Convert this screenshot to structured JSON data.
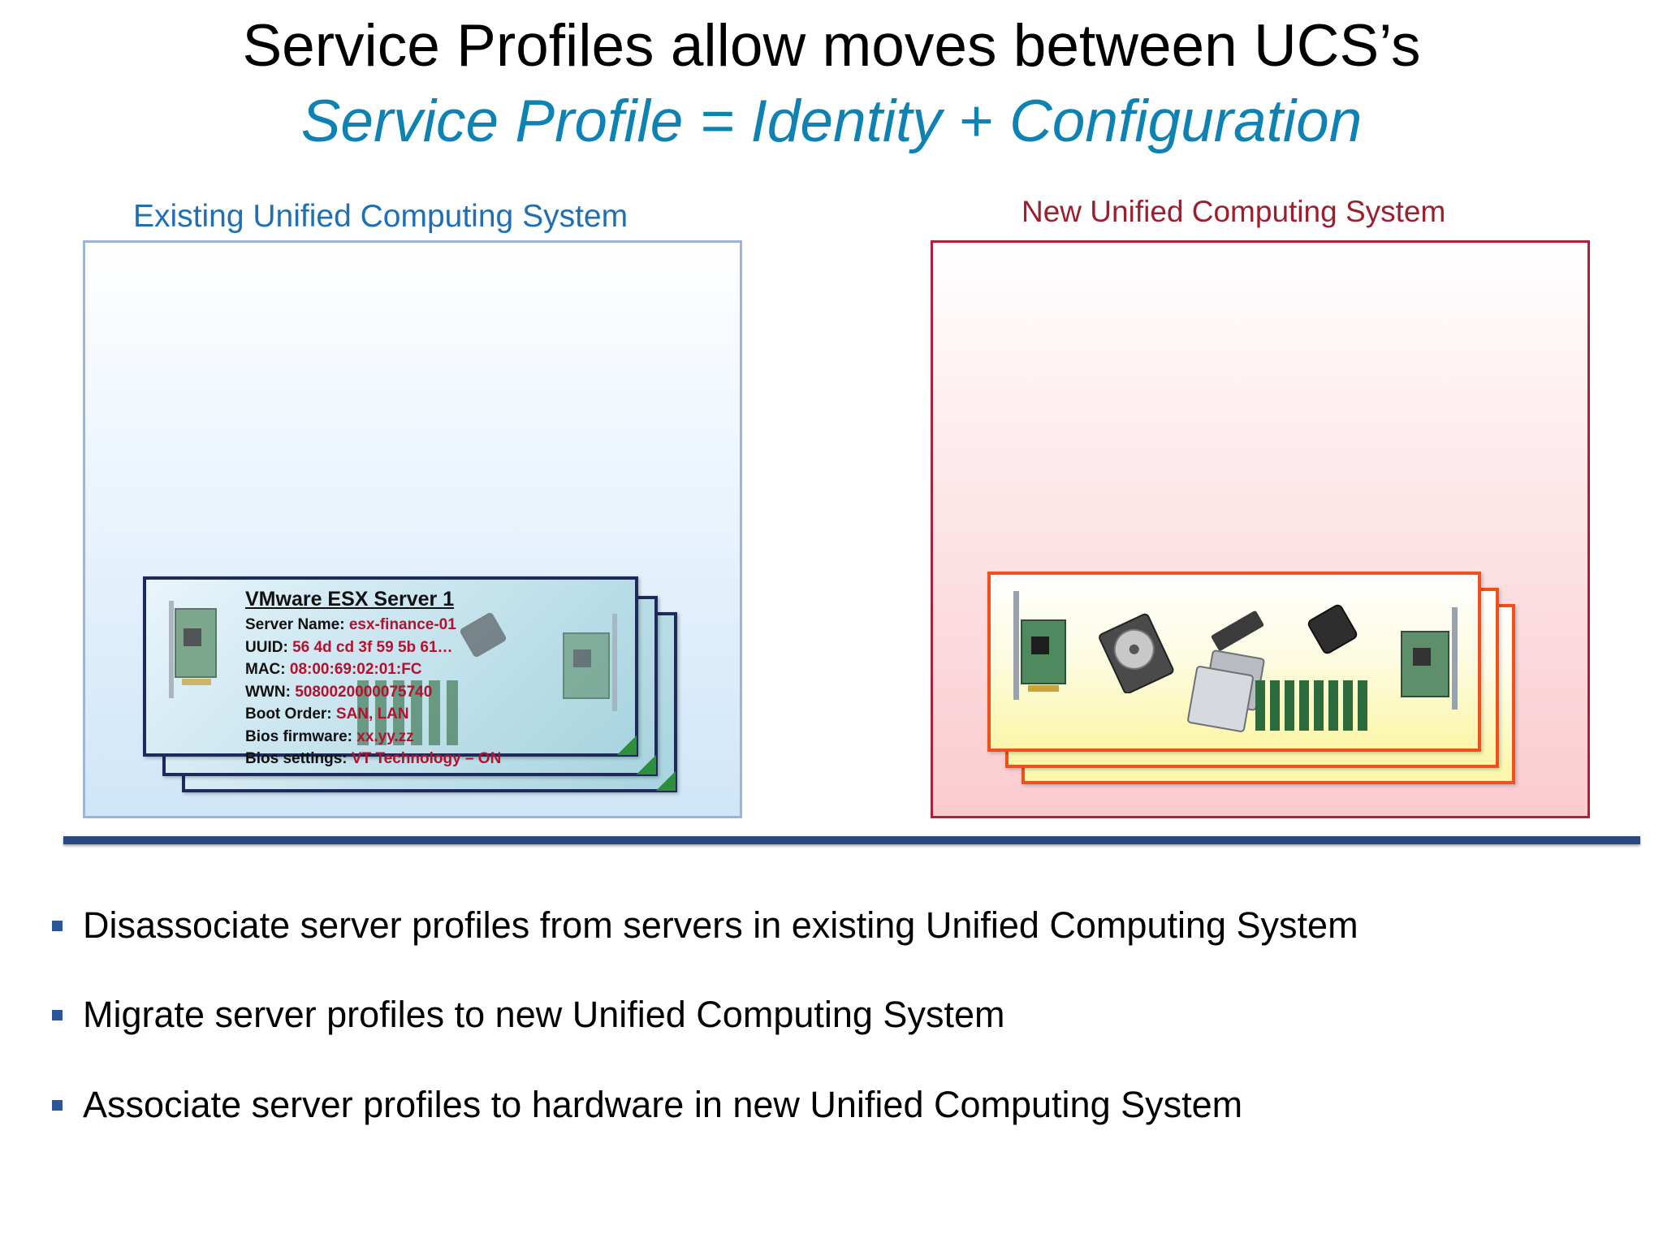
{
  "title": "Service Profiles allow moves between UCS’s",
  "subtitle": "Service Profile = Identity + Configuration",
  "existing_system": {
    "label": "Existing Unified Computing System",
    "profile_card": {
      "title": "VMware ESX Server 1",
      "fields": [
        {
          "label": "Server Name:",
          "value": "esx-finance-01"
        },
        {
          "label": "UUID:",
          "value": "56 4d cd 3f 59 5b 61…"
        },
        {
          "label": "MAC:",
          "value": "08:00:69:02:01:FC"
        },
        {
          "label": "WWN:",
          "value": "5080020000075740"
        },
        {
          "label": "Boot Order:",
          "value": "SAN, LAN"
        },
        {
          "label": "Bios firmware:",
          "value": "xx.yy.zz"
        },
        {
          "label": "Bios settings:",
          "value": "VT Technology –  ON"
        }
      ]
    },
    "colors": {
      "border": "#9fb4d4",
      "label": "#1f6fb2",
      "card_border": "#1c2a5c"
    }
  },
  "new_system": {
    "label": "New Unified Computing System",
    "hardware_icons": [
      "network-card-icon",
      "hard-drive-icon",
      "processor-icon",
      "bios-chip-icon",
      "memory-module-icon",
      "hba-card-icon"
    ],
    "colors": {
      "border": "#b0203a",
      "label": "#9c1f30",
      "card_border": "#f0501c"
    }
  },
  "bullets": [
    "Disassociate server profiles from servers in existing Unified Computing System",
    "Migrate server profiles to new Unified Computing System",
    "Associate server profiles to hardware in new Unified Computing System"
  ],
  "colors": {
    "subtitle": "#0f82b4",
    "divider": "#27497e",
    "bullet": "#2e5597",
    "value_text": "#b4112f"
  }
}
